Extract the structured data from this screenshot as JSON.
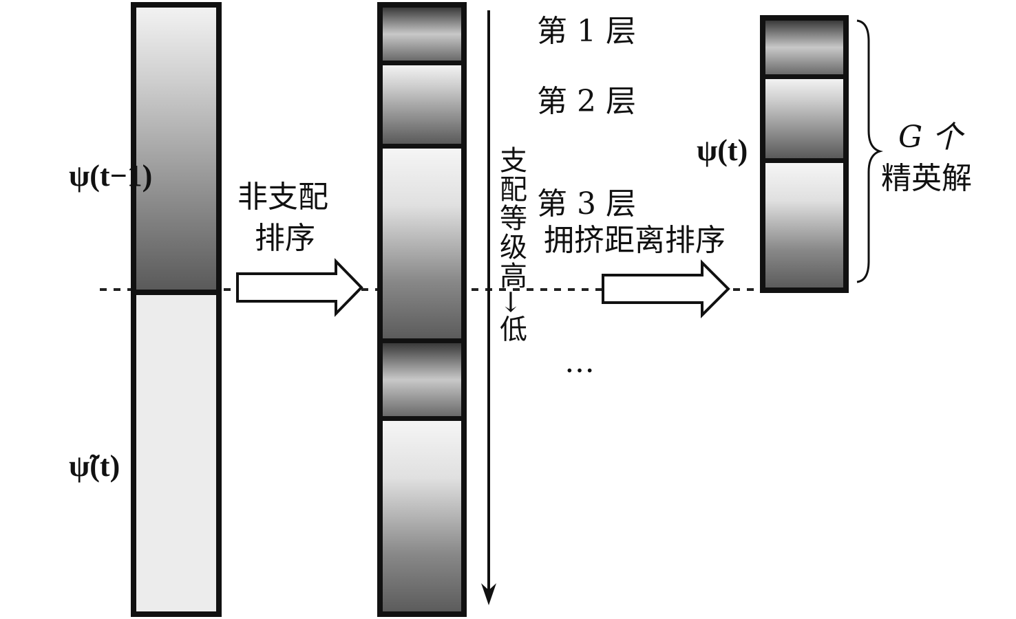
{
  "labels": {
    "psi_prev": "ψ(t−1)",
    "psi_tilde": "ψ̃(t)",
    "psi_t": "ψ(t)",
    "nondominated_sort": [
      "非支配",
      "排序"
    ],
    "layer1": "第 1 层",
    "layer2": "第 2 层",
    "layer3": "第 3 层",
    "ellipsis": "…",
    "rank_axis": "支配等级高→低",
    "crowding_sort": "拥挤距离排序",
    "elite": [
      "G 个",
      "精英解"
    ]
  }
}
